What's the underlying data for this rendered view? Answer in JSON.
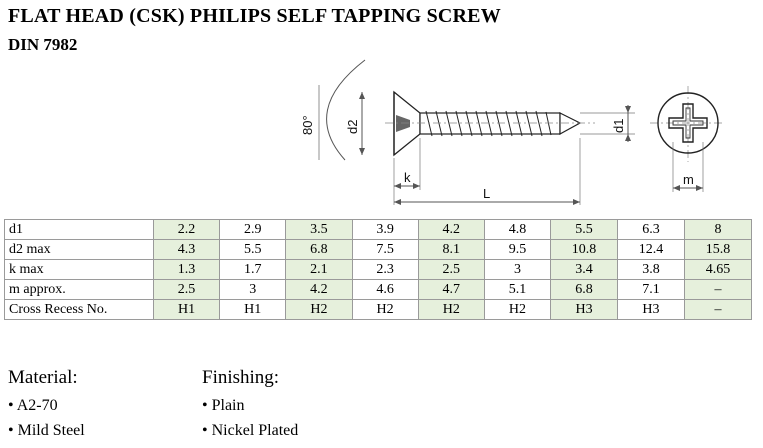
{
  "header": {
    "title": "FLAT HEAD (CSK) PHILIPS SELF TAPPING SCREW",
    "subtitle": "DIN 7982"
  },
  "drawing": {
    "angle_label": "80°",
    "d2_label": "d2",
    "d1_label": "d1",
    "k_label": "k",
    "L_label": "L",
    "m_label": "m"
  },
  "spec_table": {
    "rows": [
      {
        "label": "d1",
        "values": [
          "2.2",
          "2.9",
          "3.5",
          "3.9",
          "4.2",
          "4.8",
          "5.5",
          "6.3",
          "8"
        ]
      },
      {
        "label": "d2 max",
        "values": [
          "4.3",
          "5.5",
          "6.8",
          "7.5",
          "8.1",
          "9.5",
          "10.8",
          "12.4",
          "15.8"
        ]
      },
      {
        "label": "k max",
        "values": [
          "1.3",
          "1.7",
          "2.1",
          "2.3",
          "2.5",
          "3",
          "3.4",
          "3.8",
          "4.65"
        ]
      },
      {
        "label": "m approx.",
        "values": [
          "2.5",
          "3",
          "4.2",
          "4.6",
          "4.7",
          "5.1",
          "6.8",
          "7.1",
          "–"
        ]
      },
      {
        "label": "Cross Recess No.",
        "values": [
          "H1",
          "H1",
          "H2",
          "H2",
          "H2",
          "H2",
          "H3",
          "H3",
          "–"
        ]
      }
    ]
  },
  "material": {
    "heading": "Material:",
    "items": [
      "A2-70",
      "Mild Steel"
    ]
  },
  "finishing": {
    "heading": "Finishing:",
    "items": [
      "Plain",
      "Nickel Plated"
    ]
  },
  "colors": {
    "shade": "#e6f0dc",
    "grid": "#9a9a9a"
  }
}
